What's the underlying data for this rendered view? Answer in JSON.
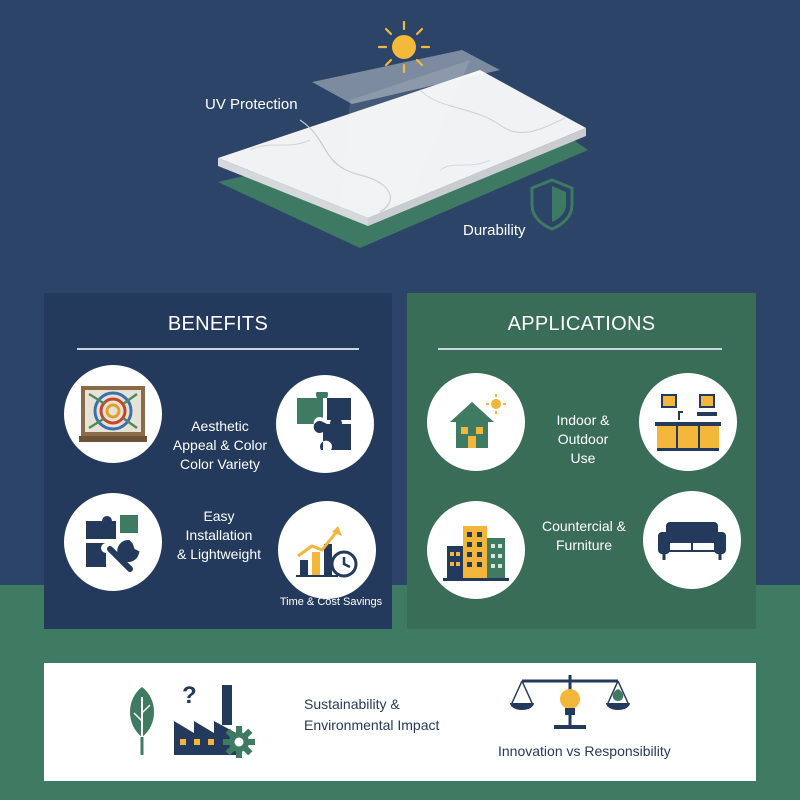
{
  "hero": {
    "uv_label": "UV Protection",
    "durability_label": "Durability"
  },
  "benefits": {
    "title": "BENEFITS",
    "items": [
      {
        "label": "Aesthetic Appeal & Color Color Variety",
        "lines": [
          "Aesthetic",
          "Appeal & Color",
          "Color Variety"
        ]
      },
      {
        "label": "Easy Installation & Lightweight",
        "lines": [
          "Easy",
          "Installation",
          "& Lightweight"
        ]
      },
      {
        "label": "Time & Cost Savings"
      }
    ]
  },
  "applications": {
    "title": "APPLICATIONS",
    "items": [
      {
        "label": "Indoor & Outdoor Use",
        "lines": [
          "Indoor &",
          "Outdoor",
          "Use"
        ]
      },
      {
        "label": "Countercial & Furniture",
        "lines": [
          "Countercial &",
          "Furniture"
        ]
      }
    ]
  },
  "footer": {
    "sustainability_lines": [
      "Sustainability &",
      "Environmental Impact"
    ],
    "innovation_label": "Innovation vs Responsibility"
  },
  "colors": {
    "navy_bg": "#2c4467",
    "navy_panel": "#243a5c",
    "green_panel": "#3a6d58",
    "green_bg": "#3f7a62",
    "icon_navy": "#243a5c",
    "icon_green": "#3f7a62",
    "icon_yellow": "#f2b63a"
  },
  "icons": [
    "sun-icon",
    "shield-icon",
    "mosaic-icon",
    "puzzle-icon",
    "wrench-puzzle-icon",
    "growth-chart-clock-icon",
    "house-sun-icon",
    "kitchen-cabinet-icon",
    "office-building-icon",
    "sofa-icon",
    "leaf-icon",
    "factory-question-icon",
    "gear-icon",
    "scale-lightbulb-icon"
  ]
}
